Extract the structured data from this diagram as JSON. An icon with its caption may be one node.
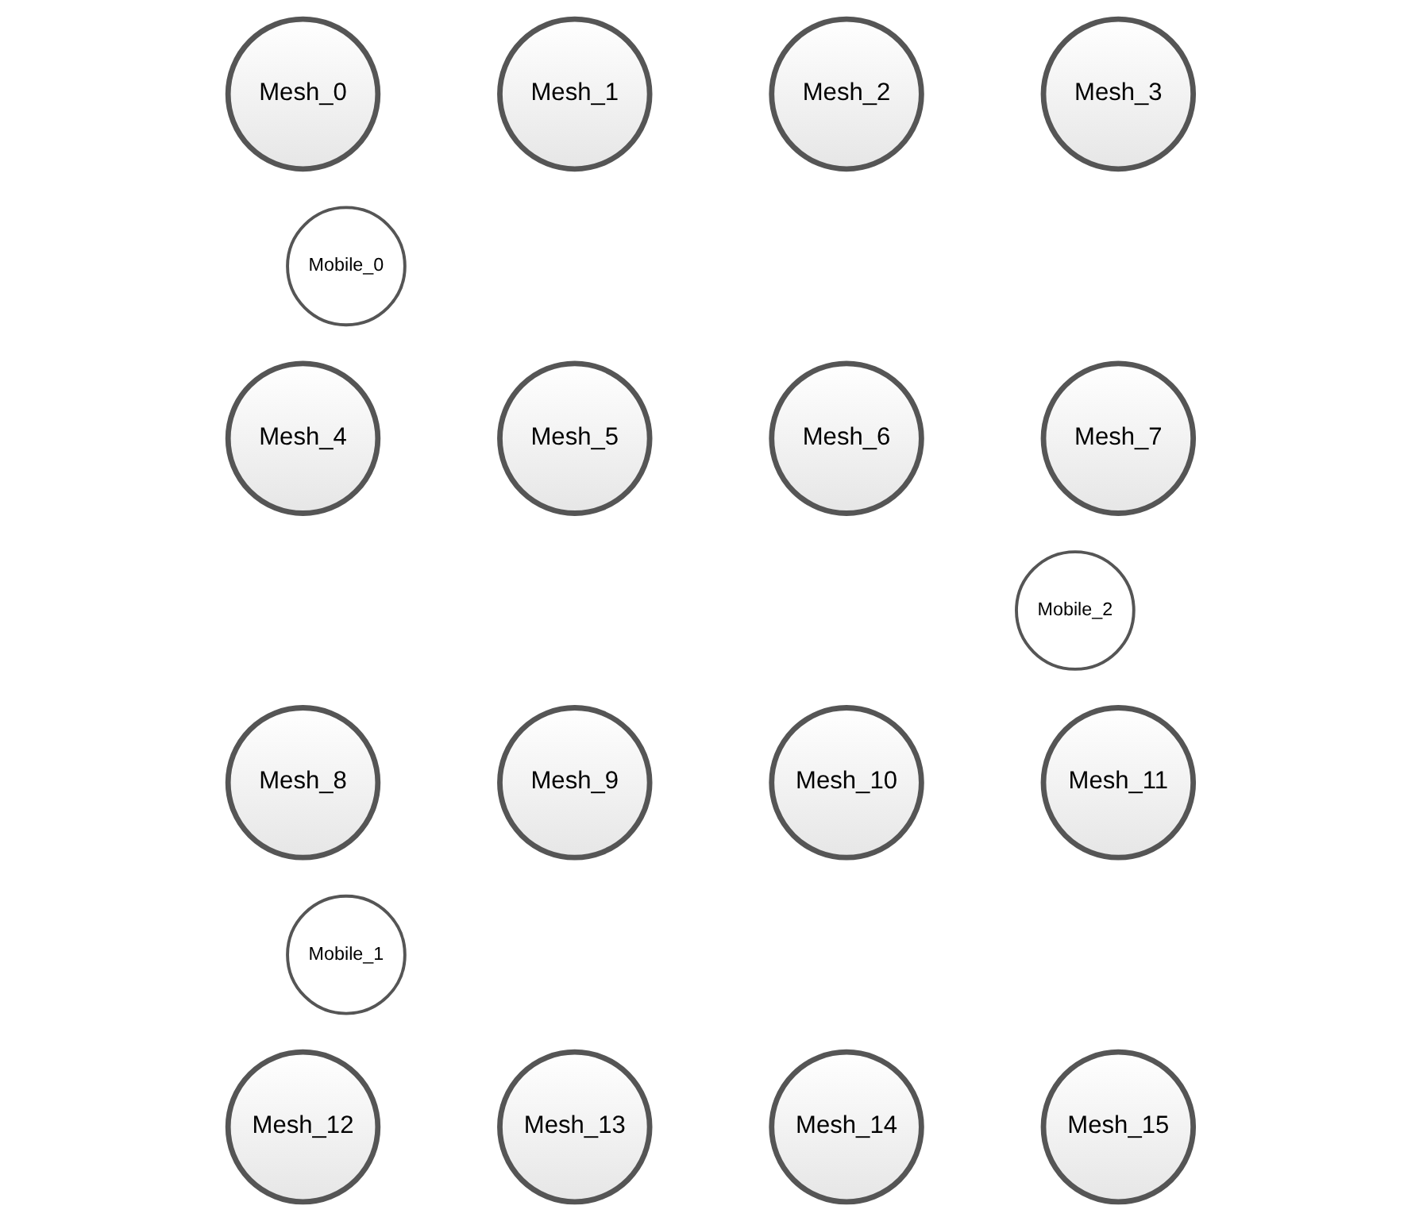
{
  "diagram": {
    "nodes": [
      {
        "text": [
          "Mesh_0"
        ]
      },
      {
        "text": [
          "Mesh_1"
        ]
      },
      {
        "text": [
          "Mesh_2"
        ]
      },
      {
        "text": [
          "Mesh_3"
        ]
      },
      {
        "text": [
          "Mobile_0"
        ]
      },
      {
        "text": [
          "Mesh_4"
        ]
      },
      {
        "text": [
          "Mesh_5"
        ]
      },
      {
        "text": [
          "Mesh_6"
        ]
      },
      {
        "text": [
          "Mesh_7"
        ]
      },
      {
        "text": [
          "Mobile_2"
        ]
      },
      {
        "text": [
          "Mesh_8"
        ]
      },
      {
        "text": [
          "Mesh_9"
        ]
      },
      {
        "text": [
          "Mesh_10"
        ]
      },
      {
        "text": [
          "Mesh_11"
        ]
      },
      {
        "text": [
          "Mobile_1"
        ]
      },
      {
        "text": [
          "Mesh_12"
        ]
      },
      {
        "text": [
          "Mesh_13"
        ]
      },
      {
        "text": [
          "Mesh_14"
        ]
      },
      {
        "text": [
          "Mesh_15"
        ]
      }
    ]
  }
}
